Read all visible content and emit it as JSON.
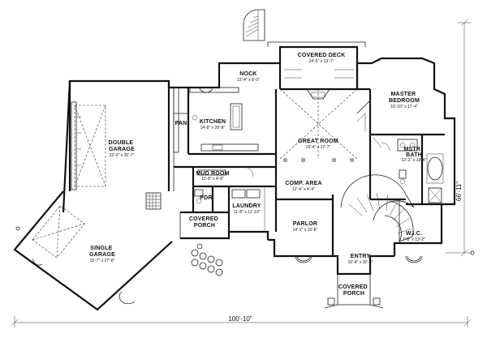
{
  "plan": {
    "rooms": [
      {
        "id": "nock",
        "name": "NOCK",
        "dims": "12'-4\" x 8'-0\""
      },
      {
        "id": "covered-deck",
        "name": "COVERED DECK",
        "dims": "24'-5\" x 13'-7\""
      },
      {
        "id": "master-bedroom",
        "name": "MASTER BEDROOM",
        "dims": "16'-10\" x 17'-4\""
      },
      {
        "id": "kitchen",
        "name": "KITCHEN",
        "dims": "14'-8\" x 20'-8\""
      },
      {
        "id": "pan",
        "name": "PAN",
        "dims": ""
      },
      {
        "id": "double-garage",
        "name": "DOUBLE GARAGE",
        "dims": "22'-0\" x 25'-7\""
      },
      {
        "id": "great-room",
        "name": "GREAT ROOM",
        "dims": "19'-4\" x 17'-7\""
      },
      {
        "id": "mstr-bath",
        "name": "MSTR. BATH",
        "dims": "12'-2\" x 19'-4\""
      },
      {
        "id": "mud-room",
        "name": "MUD ROOM",
        "dims": "11'-8\" x 4'-8\""
      },
      {
        "id": "comp-area",
        "name": "COMP. AREA",
        "dims": "12'-4\" x 4'-4\""
      },
      {
        "id": "pdr",
        "name": "PDR",
        "dims": ""
      },
      {
        "id": "laundry",
        "name": "LAUNDRY",
        "dims": "11'-8\" x 11'-10\""
      },
      {
        "id": "wic",
        "name": "W.I.C.",
        "dims": "7'-8\" x 13'-2\""
      },
      {
        "id": "covered-porch-side",
        "name": "COVERED PORCH",
        "dims": ""
      },
      {
        "id": "parlor",
        "name": "PARLOR",
        "dims": "14'-2\" x 15'-8\""
      },
      {
        "id": "single-garage",
        "name": "SINGLE GARAGE",
        "dims": "15'-7\" x 27'-8\""
      },
      {
        "id": "entry",
        "name": "ENTRY",
        "dims": "10'-8\" x 20'-0\""
      },
      {
        "id": "covered-porch-front",
        "name": "COVERED PORCH",
        "dims": ""
      }
    ],
    "dimensions": {
      "overall_width": "100'-10\"",
      "overall_depth": "66'-11\""
    }
  }
}
